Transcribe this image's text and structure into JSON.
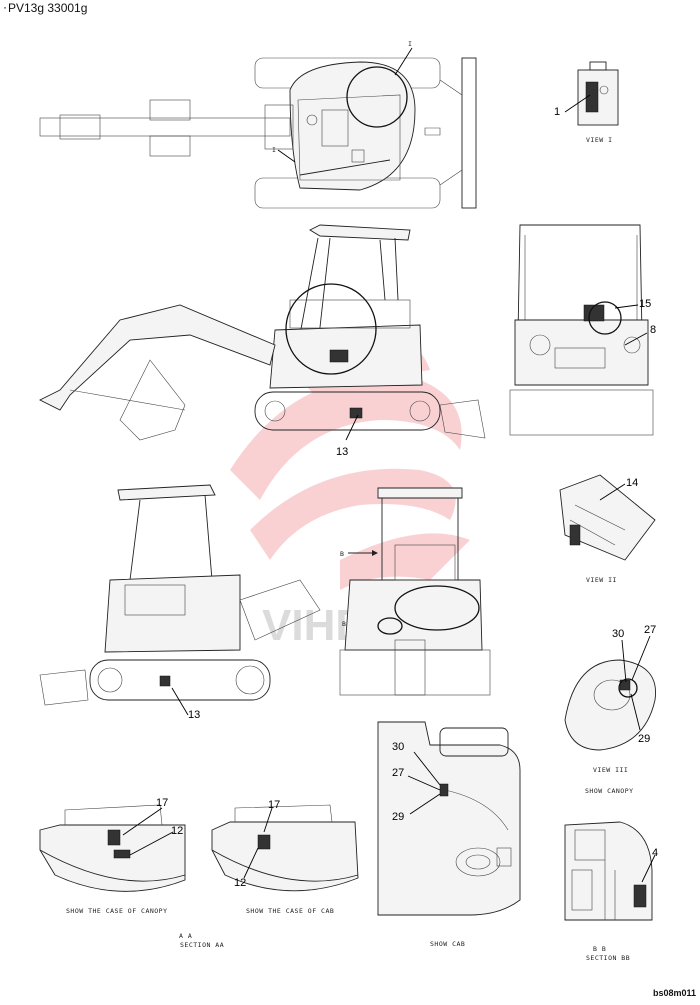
{
  "header": {
    "bullet": "·",
    "doc_id": "PV13ɡ 33001ɡ"
  },
  "footer_code": "bs08m011",
  "watermark_text": "VIHD",
  "callouts": {
    "c1": "1",
    "c15": "15",
    "c8": "8",
    "c13a": "13",
    "c14": "14",
    "c13b": "13",
    "c30a": "30",
    "c27a": "27",
    "c29a": "29",
    "c30b": "30",
    "c27b": "27",
    "c29b": "29",
    "c17a": "17",
    "c12a": "12",
    "c17b": "17",
    "c12b": "12",
    "c4": "4"
  },
  "captions": {
    "view_i": "VIEW I",
    "view_ii": "VIEW II",
    "view_iii": "VIEW III",
    "show_canopy_iii": "SHOW CANOPY",
    "show_case_canopy": "SHOW THE CASE OF CANOPY",
    "show_case_cab": "SHOW THE CASE OF CAB",
    "section_aa_letters": "A A",
    "section_aa": "SECTION AA",
    "show_cab": "SHOW CAB",
    "section_bb_letters": "B B",
    "section_bb": "SECTION BB"
  },
  "ref_letters": {
    "i_top": "I",
    "i_side": "I",
    "b_arrow": "B",
    "b_side": "B"
  },
  "colors": {
    "watermark": "#e8333a",
    "line": "#222222"
  }
}
